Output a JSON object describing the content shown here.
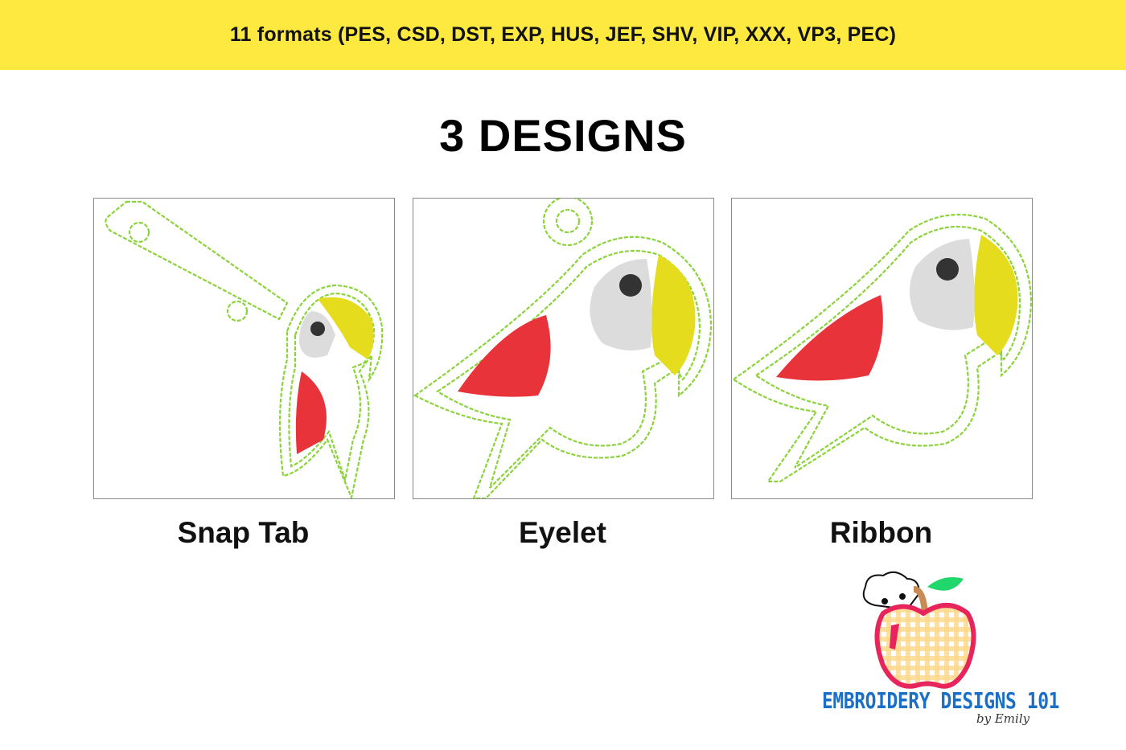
{
  "banner": {
    "text": "11 formats (PES, CSD, DST, EXP, HUS, JEF, SHV, VIP, XXX, VP3, PEC)"
  },
  "heading": "3 DESIGNS",
  "designs": [
    {
      "label": "Snap Tab"
    },
    {
      "label": "Eyelet"
    },
    {
      "label": "Ribbon"
    }
  ],
  "logo": {
    "title": "EMBROIDERY DESIGNS 101",
    "subtitle": "by Emily"
  },
  "colors": {
    "banner": "#fde93f",
    "stitch": "#8bd33a",
    "wing": "#e8333a",
    "beak": "#e6dc1e",
    "face": "#dcdcdc",
    "brand_blue": "#1b6fc6",
    "apple": "#e8245c"
  }
}
